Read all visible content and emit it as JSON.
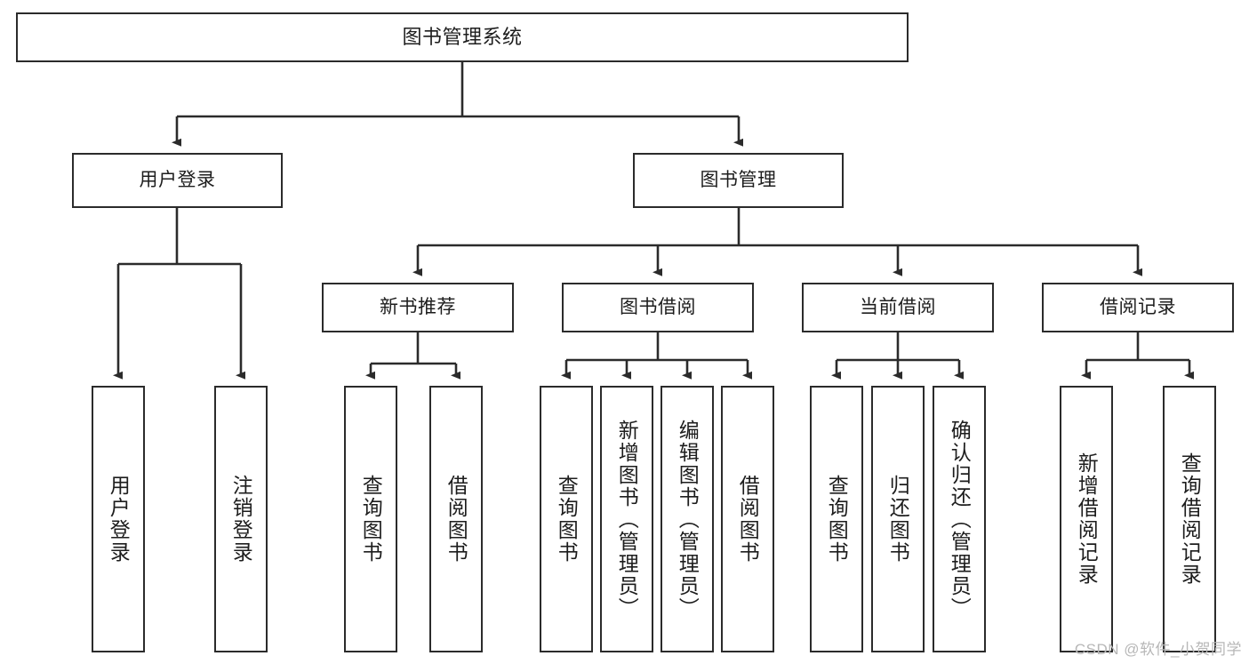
{
  "diagram": {
    "title": "图书管理系统",
    "type": "tree",
    "watermark": "CSDN @软件_小贺同学",
    "colors": {
      "box_border": "#2b2b2b",
      "box_fill": "#ffffff",
      "connector": "#2b2b2b",
      "text": "#1d1d1d",
      "watermark": "#b7b7b7"
    },
    "nodes": {
      "root": {
        "id": "root",
        "label": "图书管理系统",
        "level": 1
      },
      "l2": [
        {
          "id": "user-login",
          "label": "用户登录",
          "level": 2
        },
        {
          "id": "book-manage",
          "label": "图书管理",
          "level": 2
        }
      ],
      "l3": [
        {
          "id": "new-book-recommend",
          "label": "新书推荐",
          "level": 3,
          "parent": "book-manage"
        },
        {
          "id": "book-borrow",
          "label": "图书借阅",
          "level": 3,
          "parent": "book-manage"
        },
        {
          "id": "current-borrow",
          "label": "当前借阅",
          "level": 3,
          "parent": "book-manage"
        },
        {
          "id": "borrow-record",
          "label": "借阅记录",
          "level": 3,
          "parent": "book-manage"
        }
      ],
      "leaves": [
        {
          "id": "leaf-user-login",
          "label": "用户登录",
          "parent": "user-login"
        },
        {
          "id": "leaf-user-logout",
          "label": "注销登录",
          "parent": "user-login"
        },
        {
          "id": "leaf-query-book-1",
          "label": "查询图书",
          "parent": "new-book-recommend"
        },
        {
          "id": "leaf-borrow-book-1",
          "label": "借阅图书",
          "parent": "new-book-recommend"
        },
        {
          "id": "leaf-query-book-2",
          "label": "查询图书",
          "parent": "book-borrow"
        },
        {
          "id": "leaf-add-book",
          "label": "新增图书（管理员）",
          "parent": "book-borrow"
        },
        {
          "id": "leaf-edit-book",
          "label": "编辑图书（管理员）",
          "parent": "book-borrow"
        },
        {
          "id": "leaf-borrow-book-2",
          "label": "借阅图书",
          "parent": "book-borrow"
        },
        {
          "id": "leaf-query-book-3",
          "label": "查询图书",
          "parent": "current-borrow"
        },
        {
          "id": "leaf-return-book",
          "label": "归还图书",
          "parent": "current-borrow"
        },
        {
          "id": "leaf-confirm-return",
          "label": "确认归还（管理员）",
          "parent": "current-borrow"
        },
        {
          "id": "leaf-add-record",
          "label": "新增借阅记录",
          "parent": "borrow-record"
        },
        {
          "id": "leaf-query-record",
          "label": "查询借阅记录",
          "parent": "borrow-record"
        }
      ]
    }
  }
}
